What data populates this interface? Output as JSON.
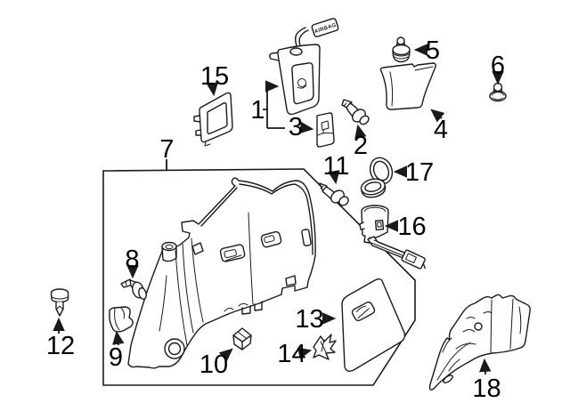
{
  "diagram_kind": "auto-parts-exploded-view",
  "colors": {
    "background": "#ffffff",
    "line_art": "#1a1a1a",
    "label_text": "#000000"
  },
  "tags": {
    "airbag_label": "AIRBAG"
  },
  "callouts": {
    "c1": "1",
    "c2": "2",
    "c3": "3",
    "c4": "4",
    "c5": "5",
    "c6": "6",
    "c7": "7",
    "c8": "8",
    "c9": "9",
    "c10": "10",
    "c11": "11",
    "c12": "12",
    "c13": "13",
    "c14": "14",
    "c15": "15",
    "c16": "16",
    "c17": "17",
    "c18": "18"
  }
}
